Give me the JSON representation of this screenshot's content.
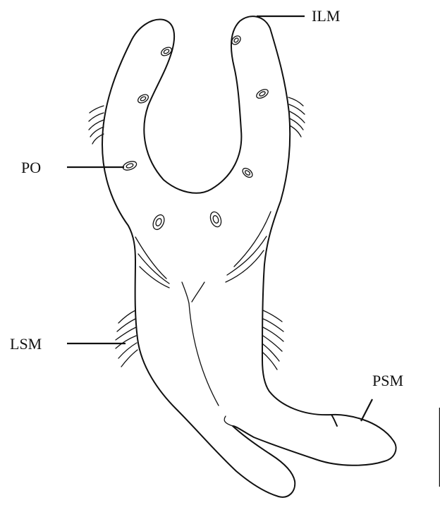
{
  "labels": {
    "ilm": "ILM",
    "po": "PO",
    "lsm": "LSM",
    "psm": "PSM"
  },
  "colors": {
    "line": "#111111",
    "background": "#ffffff"
  }
}
